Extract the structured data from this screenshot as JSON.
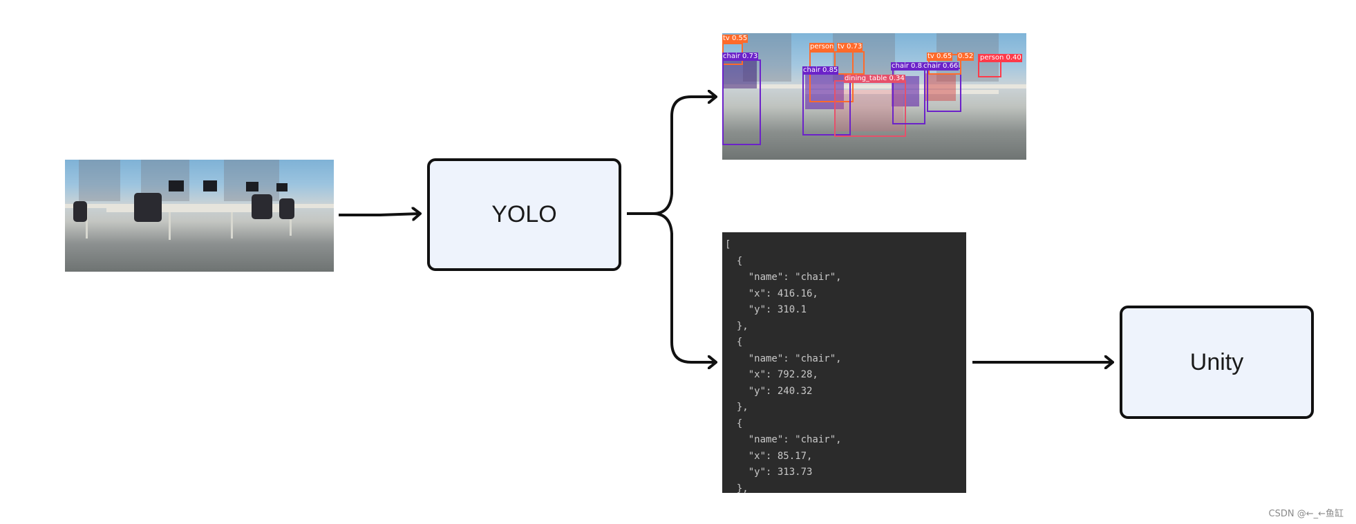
{
  "diagram": {
    "nodes": {
      "input_image": {
        "kind": "photo",
        "subject": "office-scene"
      },
      "yolo": {
        "label": "YOLO"
      },
      "detection_image": {
        "kind": "photo-with-detections",
        "labels": [
          "tv 0.55",
          "person",
          "tv 0.73",
          "chair 0.73",
          "chair 0.85",
          "dining_table 0.34",
          "chair 0.82",
          "chair 0.66",
          "tv 0.65",
          "0.52",
          "person 0.40"
        ]
      },
      "json_output": {
        "lines": [
          "[",
          "  {",
          "    \"name\": \"chair\",",
          "    \"x\": 416.16,",
          "    \"y\": 310.1",
          "  },",
          "  {",
          "    \"name\": \"chair\",",
          "    \"x\": 792.28,",
          "    \"y\": 240.32",
          "  },",
          "  {",
          "    \"name\": \"chair\",",
          "    \"x\": 85.17,",
          "    \"y\": 313.73",
          "  },"
        ]
      },
      "unity": {
        "label": "Unity"
      }
    },
    "edges": [
      {
        "from": "input_image",
        "to": "yolo"
      },
      {
        "from": "yolo",
        "to": "detection_image"
      },
      {
        "from": "yolo",
        "to": "json_output"
      },
      {
        "from": "json_output",
        "to": "unity"
      }
    ],
    "colors": {
      "box_fill": "#eef3fc",
      "box_stroke": "#111111",
      "arrow": "#111111",
      "code_bg": "#2b2b2b",
      "code_text": "#c9c9c9"
    }
  },
  "credit": "CSDN @←_←鱼缸"
}
